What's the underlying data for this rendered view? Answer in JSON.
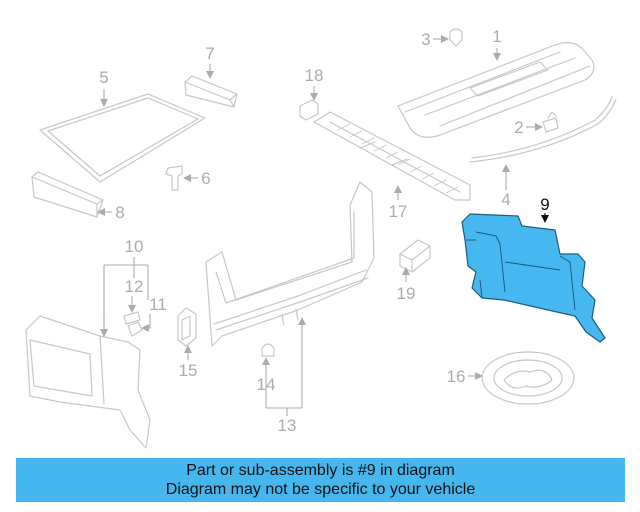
{
  "callouts": {
    "c1": "1",
    "c2": "2",
    "c3": "3",
    "c4": "4",
    "c5": "5",
    "c6": "6",
    "c7": "7",
    "c8": "8",
    "c9": "9",
    "c10": "10",
    "c11": "11",
    "c12": "12",
    "c13": "13",
    "c14": "14",
    "c15": "15",
    "c16": "16",
    "c17": "17",
    "c18": "18",
    "c19": "19"
  },
  "highlight_part": "9",
  "colors": {
    "highlight": "#46b8ef",
    "banner": "#45b7ee",
    "line_art": "#c4c8cc"
  },
  "footer": {
    "line1": "Part or sub-assembly is #9 in diagram",
    "line2": "Diagram may not be specific to your vehicle"
  }
}
